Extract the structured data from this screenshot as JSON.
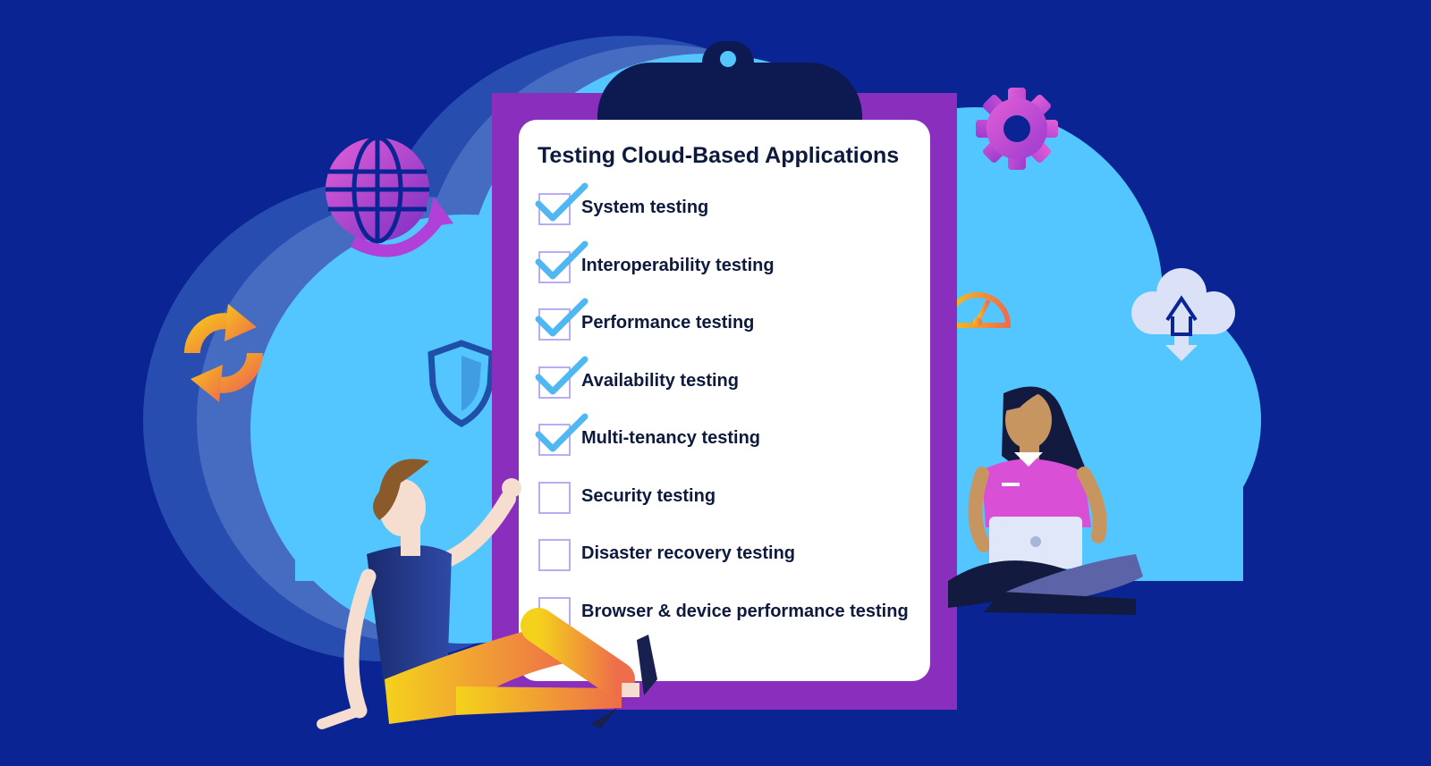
{
  "checklist": {
    "title": "Testing Cloud-Based Applications",
    "items": [
      {
        "label": "System testing",
        "checked": true
      },
      {
        "label": "Interoperability testing",
        "checked": true
      },
      {
        "label": "Performance testing",
        "checked": true
      },
      {
        "label": "Availability testing",
        "checked": true
      },
      {
        "label": "Multi-tenancy testing",
        "checked": true
      },
      {
        "label": "Security testing",
        "checked": false
      },
      {
        "label": "Disaster recovery testing",
        "checked": false
      },
      {
        "label": "Browser & device performance testing",
        "checked": false
      }
    ]
  },
  "colors": {
    "background": "#0a2494",
    "cloud": "#53c6ff",
    "clipboard": "#8a2ebd",
    "check": "#4fb8f2",
    "checkbox_border": "#b6aef0",
    "text": "#0d1a3d"
  },
  "icons": [
    "globe-icon",
    "gear-icon",
    "refresh-icon",
    "shield-icon",
    "gauge-icon",
    "cloud-home-icon"
  ]
}
